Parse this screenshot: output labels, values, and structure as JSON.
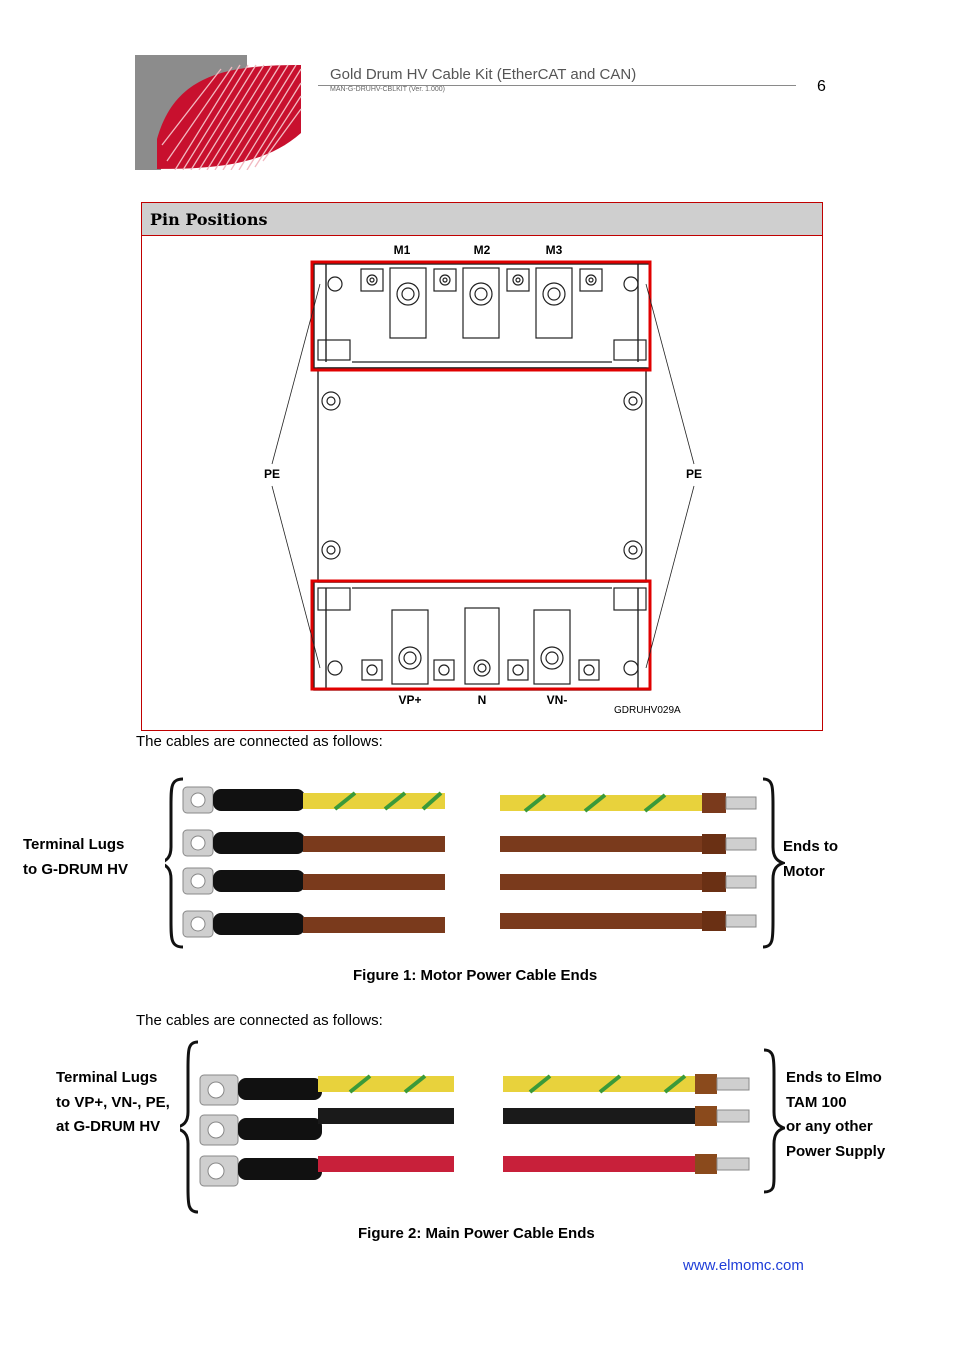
{
  "header": {
    "title": "Gold Drum HV Cable Kit (EtherCAT and CAN)",
    "subtitle": "MAN-G-DRUHV-CBLKIT (Ver. 1.000)",
    "page_number": "6"
  },
  "pin_positions": {
    "table_title": "Pin Positions",
    "top_labels": [
      "M1",
      "M2",
      "M3"
    ],
    "bottom_labels": [
      "VP+",
      "N",
      "VN-"
    ],
    "side_label_left": "PE",
    "side_label_right": "PE",
    "drawing_code": "GDRUHV029A"
  },
  "figure1": {
    "intro": "The cables are connected as follows:",
    "left_label": [
      "Terminal Lugs",
      "to G-DRUM HV"
    ],
    "right_label": [
      "Ends to",
      "Motor"
    ],
    "caption": "Figure 1: Motor Power Cable Ends",
    "cable_colors": [
      "#e8d23c",
      "#7a3a1c",
      "#7a3a1c",
      "#7a3a1c"
    ]
  },
  "figure2": {
    "intro": "The cables are connected as follows:",
    "left_label": [
      "Terminal Lugs",
      "to VP+, VN-, PE,",
      "at G-DRUM HV"
    ],
    "right_label": [
      "Ends to Elmo",
      "TAM 100",
      "or any other",
      "Power Supply"
    ],
    "caption": "Figure 2: Main Power Cable Ends",
    "cable_colors": [
      "#e8d23c",
      "#1a1a1a",
      "#c8203a"
    ]
  },
  "footer": {
    "website": "www.elmomc.com"
  },
  "colors": {
    "accent_red": "#c00000",
    "logo_red": "#c8102e",
    "logo_gray": "#8c8c8c",
    "link_blue": "#1f3ed8"
  }
}
